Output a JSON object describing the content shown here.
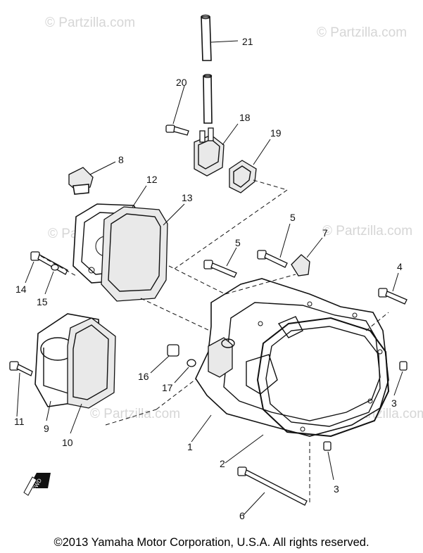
{
  "watermark": "© Partzilla.com",
  "callouts": {
    "c1": "1",
    "c2": "2",
    "c3a": "3",
    "c3b": "3",
    "c4": "4",
    "c5a": "5",
    "c5b": "5",
    "c6": "6",
    "c7": "7",
    "c8": "8",
    "c9": "9",
    "c10": "10",
    "c11": "11",
    "c12": "12",
    "c13": "13",
    "c14": "14",
    "c15": "15",
    "c16": "16",
    "c17": "17",
    "c18": "18",
    "c19": "19",
    "c20": "20",
    "c21": "21"
  },
  "fwd_label": "FWD",
  "copyright": "©2013  Yamaha Motor Corporation, U.S.A. All rights reserved."
}
